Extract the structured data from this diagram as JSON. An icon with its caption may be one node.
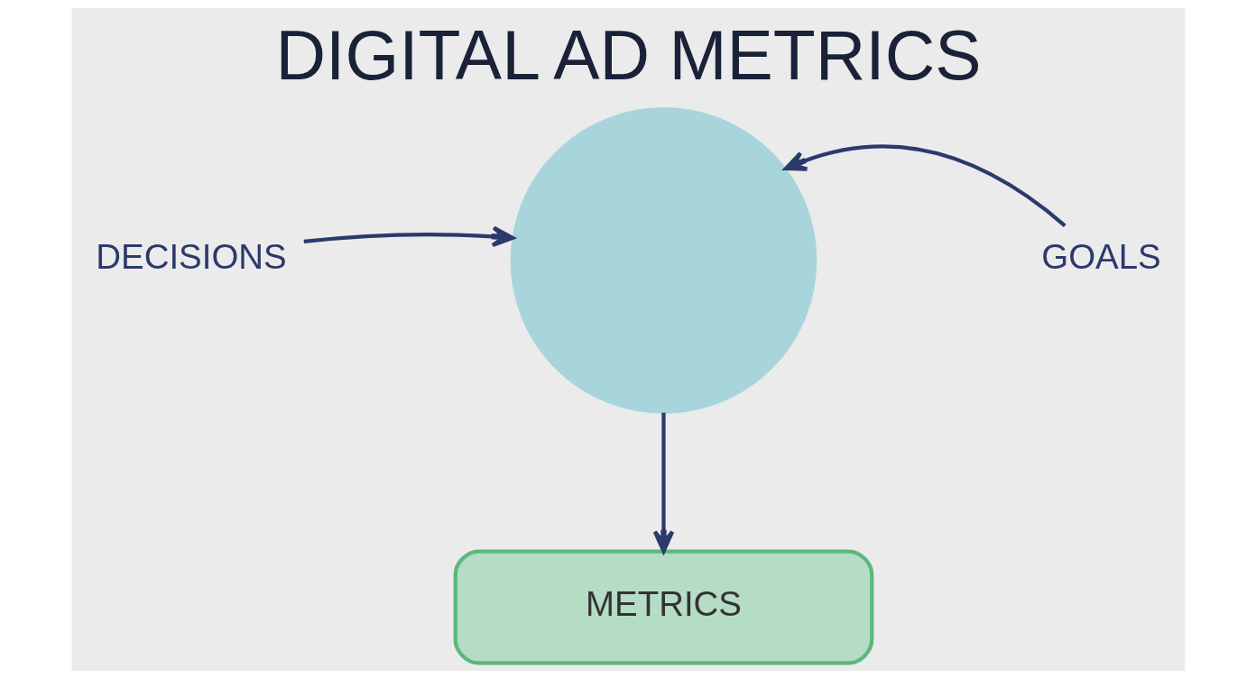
{
  "diagram": {
    "title": "DIGITAL AD METRICS",
    "nodes": [
      {
        "text": [
          "DECISIONS"
        ]
      },
      {
        "text": [],
        "shape": "circle"
      },
      {
        "text": [
          "GOALS"
        ]
      },
      {
        "text": [
          "METRICS"
        ]
      }
    ],
    "edges": [
      {
        "from": 0,
        "to": 1,
        "arrow": "to"
      },
      {
        "from": 2,
        "to": 1,
        "arrow": "to"
      },
      {
        "from": 1,
        "to": 3,
        "arrow": "to"
      }
    ]
  }
}
